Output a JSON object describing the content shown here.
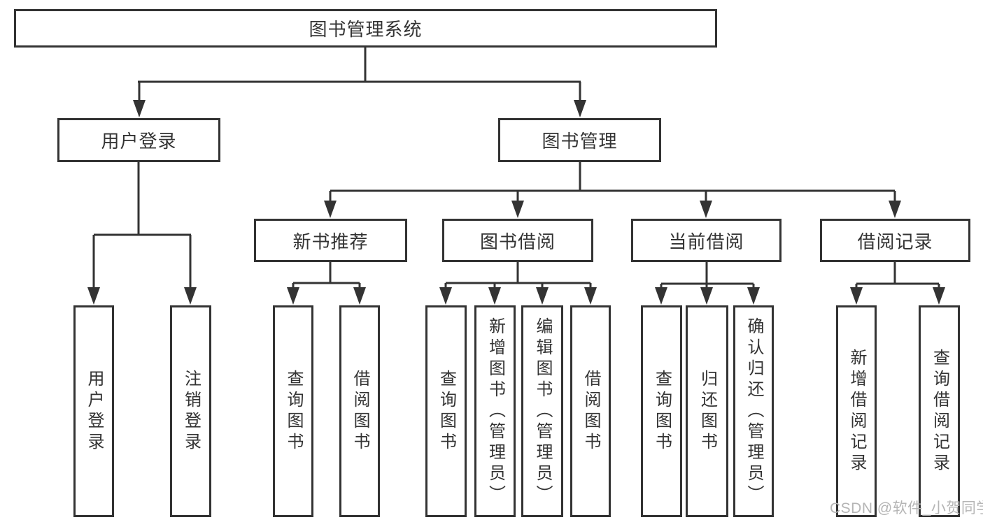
{
  "tree": {
    "label": "图书管理系统",
    "children": [
      {
        "label": "用户登录",
        "children": [
          {
            "label": "用户登录"
          },
          {
            "label": "注销登录"
          }
        ]
      },
      {
        "label": "图书管理",
        "children": [
          {
            "label": "新书推荐",
            "children": [
              {
                "label": "查询图书"
              },
              {
                "label": "借阅图书"
              }
            ]
          },
          {
            "label": "图书借阅",
            "children": [
              {
                "label": "查询图书"
              },
              {
                "label": "新增图书（管理员）"
              },
              {
                "label": "编辑图书（管理员）"
              },
              {
                "label": "借阅图书"
              }
            ]
          },
          {
            "label": "当前借阅",
            "children": [
              {
                "label": "查询图书"
              },
              {
                "label": "归还图书"
              },
              {
                "label": "确认归还（管理员）"
              }
            ]
          },
          {
            "label": "借阅记录",
            "children": [
              {
                "label": "新增借阅记录"
              },
              {
                "label": "查询借阅记录"
              }
            ]
          }
        ]
      }
    ]
  },
  "watermark": {
    "text": "CSDN @软件_小贺同学"
  },
  "colors": {
    "line": "#333333",
    "text": "#333333",
    "watermark": "#b5b5b5",
    "background": "#ffffff"
  }
}
